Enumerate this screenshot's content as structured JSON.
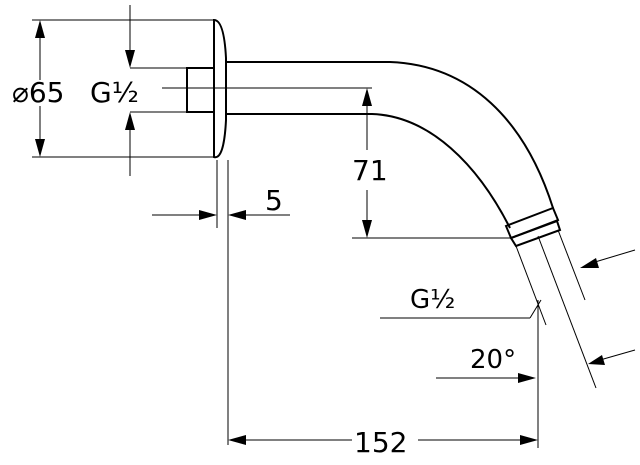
{
  "dimensions": {
    "flange_diameter": "⌀65",
    "inlet_thread": "G½",
    "outlet_thread": "G½",
    "drop_height": "71",
    "flange_thickness": "5",
    "projection_length": "152",
    "outlet_angle": "20°"
  }
}
